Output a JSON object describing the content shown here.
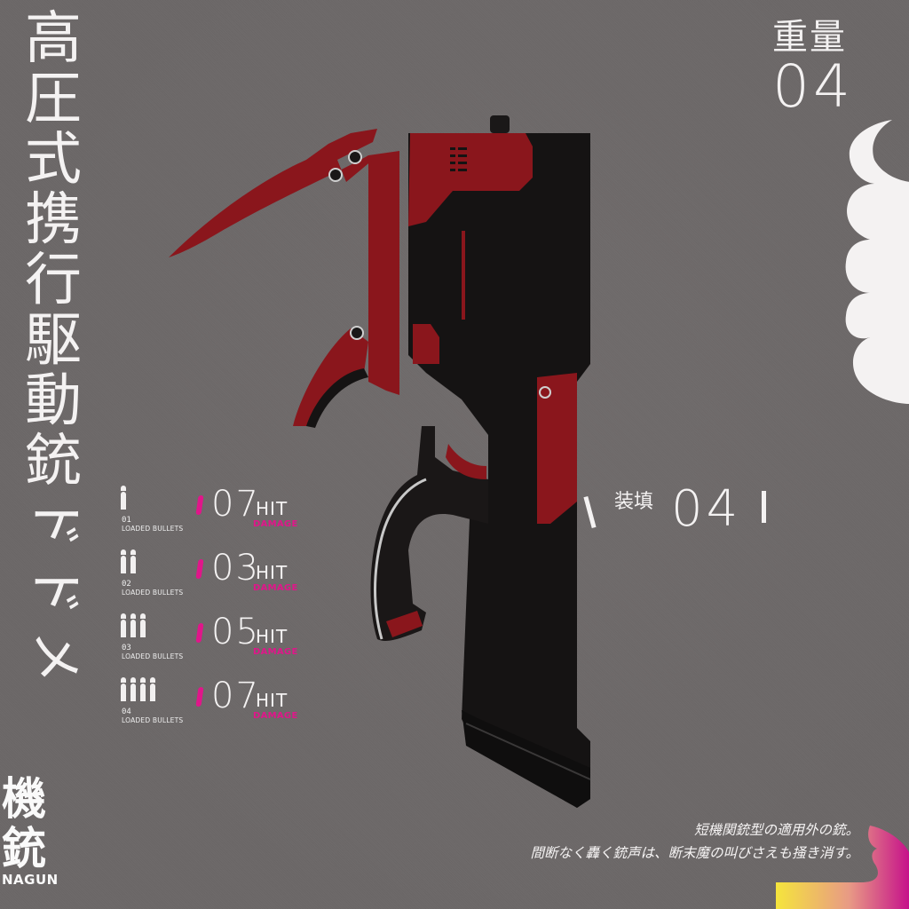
{
  "title": {
    "vertical_chars": [
      "高",
      "圧",
      "式",
      "携",
      "行",
      "駆",
      "動",
      "銃"
    ],
    "name_chars": [
      "ド",
      "ド",
      "メ"
    ],
    "name_display": "メドド"
  },
  "stats": [
    {
      "bullets": 1,
      "count": "01",
      "label": "LOADED BULLETS",
      "hit": "07",
      "unit": "HIT",
      "sub": "DAMAGE"
    },
    {
      "bullets": 2,
      "count": "02",
      "label": "LOADED BULLETS",
      "hit": "03",
      "unit": "HIT",
      "sub": "DAMAGE"
    },
    {
      "bullets": 3,
      "count": "03",
      "label": "LOADED BULLETS",
      "hit": "05",
      "unit": "HIT",
      "sub": "DAMAGE"
    },
    {
      "bullets": 4,
      "count": "04",
      "label": "LOADED BULLETS",
      "hit": "07",
      "unit": "HIT",
      "sub": "DAMAGE"
    }
  ],
  "badge": {
    "chars": [
      "機",
      "銃"
    ],
    "en": "NAGUN"
  },
  "weight": {
    "label": "重量",
    "value": "04"
  },
  "load": {
    "label": "装填",
    "value": "04"
  },
  "description": {
    "line1": "短機関銃型の適用外の銃。",
    "line2": "間断なく轟く銃声は、断末魔の叫びさえも掻き消す。"
  },
  "colors": {
    "background": "#6c6868",
    "accent_magenta": "#e0168a",
    "gun_red": "#8e141c",
    "gun_black": "#151313",
    "gradient_yellow": "#f5e53c",
    "text_white": "#f4f2f2"
  }
}
